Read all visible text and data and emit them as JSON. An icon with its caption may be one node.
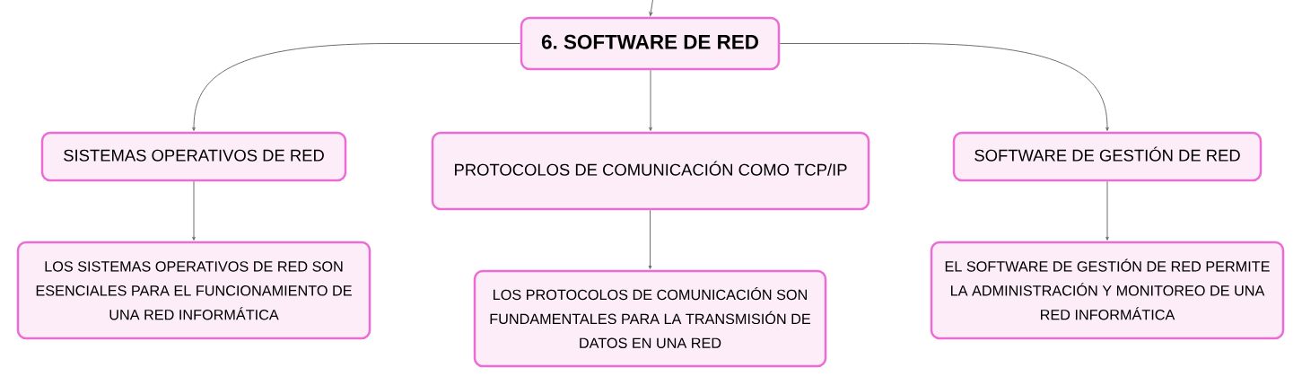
{
  "diagram": {
    "nodes": [
      {
        "text": [
          "6. SOFTWARE DE RED"
        ]
      },
      {
        "text": [
          "SISTEMAS OPERATIVOS DE RED"
        ]
      },
      {
        "text": [
          "PROTOCOLOS DE COMUNICACIÓN COMO TCP/IP"
        ]
      },
      {
        "text": [
          "SOFTWARE DE GESTIÓN DE RED"
        ]
      },
      {
        "text": [
          "LOS SISTEMAS OPERATIVOS DE RED SON ESENCIALES PARA EL FUNCIONAMIENTO DE UNA RED INFORMÁTICA"
        ]
      },
      {
        "text": [
          "LOS PROTOCOLOS DE COMUNICACIÓN SON FUNDAMENTALES PARA LA TRANSMISIÓN DE DATOS EN UNA RED"
        ]
      },
      {
        "text": [
          "EL SOFTWARE DE GESTIÓN DE RED PERMITE LA ADMINISTRACIÓN Y MONITOREO DE UNA RED INFORMÁTICA"
        ]
      }
    ],
    "edges": [
      {
        "from": null,
        "to": 0,
        "arrow": "to"
      },
      {
        "from": 0,
        "to": 1,
        "arrow": "to"
      },
      {
        "from": 0,
        "to": 2,
        "arrow": "to"
      },
      {
        "from": 0,
        "to": 3,
        "arrow": "to"
      },
      {
        "from": 1,
        "to": 4,
        "arrow": "to"
      },
      {
        "from": 2,
        "to": 5,
        "arrow": "to"
      },
      {
        "from": 3,
        "to": 6,
        "arrow": "to"
      }
    ]
  }
}
